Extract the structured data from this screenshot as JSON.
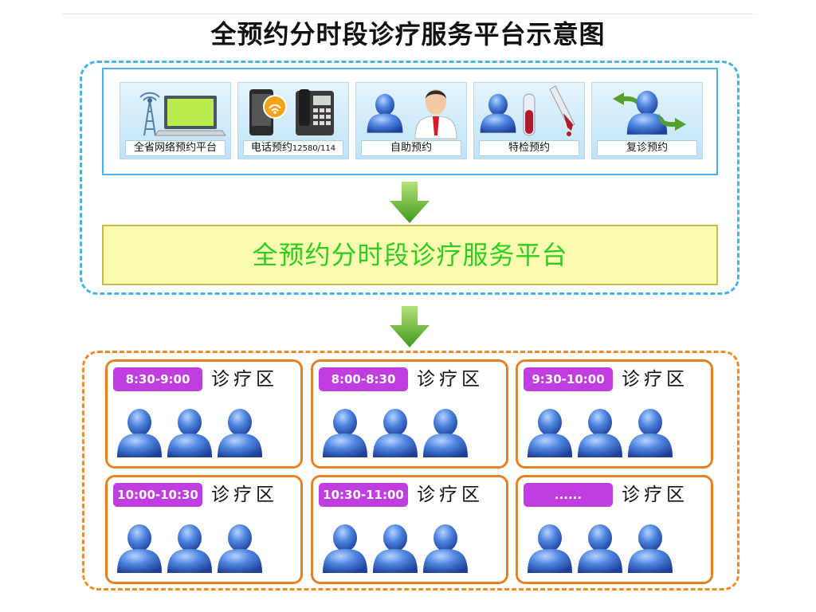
{
  "title": "全预约分时段诊疗服务平台示意图",
  "channels": [
    {
      "label": "全省网络预约平台",
      "icon": "network-computer-icon"
    },
    {
      "label": "电话预约",
      "label_num": "12580/114",
      "icon": "phone-icon"
    },
    {
      "label": "自助预约",
      "icon": "doctor-icon"
    },
    {
      "label": "特检预约",
      "icon": "test-tube-icon"
    },
    {
      "label": "复诊预约",
      "icon": "return-visit-icon"
    }
  ],
  "platform": "全预约分时段诊疗服务平台",
  "zones": [
    {
      "time": "8:30-9:00",
      "label": "诊疗区"
    },
    {
      "time": "8:00-8:30",
      "label": "诊疗区"
    },
    {
      "time": "9:30-10:00",
      "label": "诊疗区"
    },
    {
      "time": "10:00-10:30",
      "label": "诊疗区"
    },
    {
      "time": "10:30-11:00",
      "label": "诊疗区"
    },
    {
      "time": "......",
      "label": "诊疗区"
    }
  ],
  "colors": {
    "blue_dash": "#4ab3e6",
    "orange_dash": "#ef8c2a",
    "platform_bg": "#fafab0",
    "platform_text": "#2fcc1e",
    "badge": "#c03ee0",
    "arrow": "#5ab52a",
    "person": "#3b6fd1"
  }
}
